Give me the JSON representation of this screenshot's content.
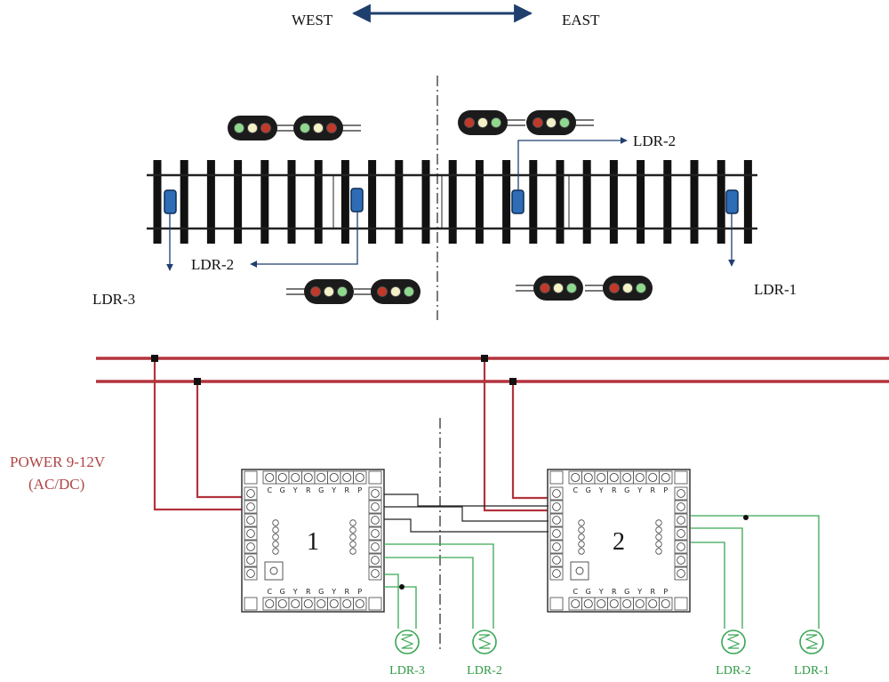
{
  "directions": {
    "west": "WEST",
    "east": "EAST"
  },
  "track_labels": {
    "ldr2_upper": "LDR-2",
    "ldr2_lower": "LDR-2",
    "ldr3": "LDR-3",
    "ldr1": "LDR-1"
  },
  "power": {
    "line1": "POWER 9-12V",
    "line2": "(AC/DC)"
  },
  "boards": [
    {
      "number": "1"
    },
    {
      "number": "2"
    }
  ],
  "board_pin_letters": [
    "C",
    "G",
    "Y",
    "R",
    "G",
    "Y",
    "R",
    "P"
  ],
  "sensor_labels": [
    "LDR-3",
    "LDR-2",
    "LDR-2",
    "LDR-1"
  ],
  "colors": {
    "power_line": "#b3333d",
    "sensor_wire": "#3aa655",
    "sensor_text": "#2f9a45",
    "power_text": "#b04545",
    "detector": "#2e6db5",
    "arrow": "#1f3f6e",
    "lamp_red": "#c0392b",
    "lamp_green": "#8fd98f",
    "lamp_yellow": "#f4f1c8"
  },
  "signals": [
    {
      "id": "nw-left",
      "lamps": [
        "green",
        "yellow",
        "red"
      ]
    },
    {
      "id": "nw-right",
      "lamps": [
        "green",
        "yellow",
        "red"
      ]
    },
    {
      "id": "ne-left",
      "lamps": [
        "red",
        "yellow",
        "green"
      ]
    },
    {
      "id": "ne-right",
      "lamps": [
        "red",
        "yellow",
        "green"
      ]
    },
    {
      "id": "sw-left",
      "lamps": [
        "red",
        "yellow",
        "green"
      ]
    },
    {
      "id": "sw-right",
      "lamps": [
        "red",
        "yellow",
        "green"
      ]
    },
    {
      "id": "se-left",
      "lamps": [
        "red",
        "yellow",
        "green"
      ]
    },
    {
      "id": "se-right",
      "lamps": [
        "red",
        "yellow",
        "green"
      ]
    }
  ]
}
